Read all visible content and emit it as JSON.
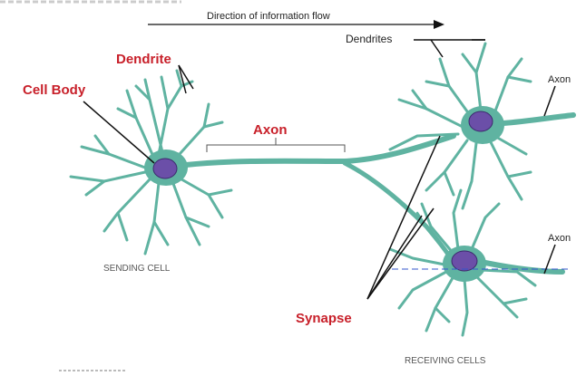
{
  "header": {
    "flow_label": "Direction of information flow"
  },
  "labels": {
    "dendrite": "Dendrite",
    "cell_body": "Cell Body",
    "axon_main": "Axon",
    "dendrites": "Dendrites",
    "axon_upper": "Axon",
    "axon_lower": "Axon",
    "synapse": "Synapse",
    "sending_cell": "SENDING CELL",
    "receiving_cells": "RECEIVING CELLS"
  },
  "colors": {
    "neuron": "#5fb3a1",
    "nucleus": "#6b4fa8",
    "label_accent": "#c8202a",
    "guide_line": "#3355cc"
  }
}
